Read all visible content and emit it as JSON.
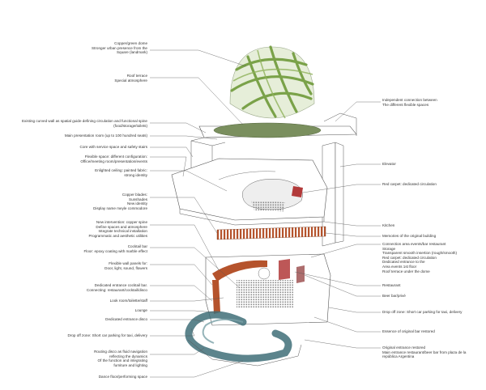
{
  "colors": {
    "dome_green": "#6f9a3a",
    "dome_fill": "#e6eed9",
    "copper": "#b5532c",
    "teal_spiral": "#3f6f78",
    "red_carpet": "#b23a3a",
    "line": "#555555",
    "oval": "#6f8a52"
  },
  "labels_left": [
    {
      "id": "dome",
      "lines": [
        "Copper/green dome",
        "Stronger urban presence from the",
        "Square (landmark)"
      ]
    },
    {
      "id": "roof-terrace",
      "lines": [
        "Roof terrace",
        "Special atmosphere"
      ]
    },
    {
      "id": "curved-wall",
      "lines": [
        "Existing curved wall as spatial guide defining circulation and functional spine",
        "(food/storage/toilets)"
      ]
    },
    {
      "id": "presentation-room",
      "lines": [
        "Main presentation room (up to 100 hundred seats)"
      ]
    },
    {
      "id": "core",
      "lines": [
        "Core with service space and safety stairs"
      ]
    },
    {
      "id": "flexible-space",
      "lines": [
        "Flexible space: different configuration:",
        "Office/meeting room/presentation/events"
      ]
    },
    {
      "id": "ceiling",
      "lines": [
        "Enlighted  ceiling:  painted  fabric:",
        "strong identity"
      ]
    },
    {
      "id": "copper-blades",
      "lines": [
        "Copper blades:",
        "Sunshades",
        "New identity",
        "Display name meyle commodore"
      ]
    },
    {
      "id": "new-intervention",
      "lines": [
        "New intervention: copper spine",
        "Define spaces and atmosphere",
        "Integrate technical installation",
        "Programmatic and aesthetic utilities"
      ]
    },
    {
      "id": "cocktail-bar",
      "lines": [
        "Cocktail bar",
        "Floor: epoxy coating with marble effect"
      ]
    },
    {
      "id": "wall-panels",
      "lines": [
        "Flexible wall panels for:",
        "Door, light, sound, flowers"
      ]
    },
    {
      "id": "entrance-cocktail",
      "lines": [
        "Dedicated entrance cocktail bar.",
        "Connecting: restaurant/cocktail/disco"
      ]
    },
    {
      "id": "look-room",
      "lines": [
        "Look room/toilette/staff"
      ]
    },
    {
      "id": "lounge",
      "lines": [
        "Lounge"
      ]
    },
    {
      "id": "entrance-disco",
      "lines": [
        "Dedicated entrance disco"
      ]
    },
    {
      "id": "drop-off-left",
      "lines": [
        "Drop off zone: Short car parking for taxi, delivery"
      ]
    },
    {
      "id": "routing-disco",
      "lines": [
        "Routing disco as fluid navigation",
        "reflecting the dynamics",
        "Of the function and integrating",
        "furniture and lighting"
      ]
    },
    {
      "id": "dance-floor",
      "lines": [
        "Dance floor/performing space"
      ]
    }
  ],
  "labels_right": [
    {
      "id": "independent-connection",
      "lines": [
        "Independent connection between",
        "The different flexible spaces"
      ]
    },
    {
      "id": "elevator",
      "lines": [
        "Elevator"
      ]
    },
    {
      "id": "red-carpet-top",
      "lines": [
        "Red carpet: dedicated circulation"
      ]
    },
    {
      "id": "kitchen",
      "lines": [
        "Kitchen"
      ]
    },
    {
      "id": "memories",
      "lines": [
        "Memories of the original building"
      ]
    },
    {
      "id": "connection-area",
      "lines": [
        "Connection area events/bar restaurant",
        "Storage",
        "Transparent smooth insertion (rough/smooth)",
        "Red carpet: dedicated circulation",
        "Dedicated entrance to the",
        "Area events 1st floor",
        "Roof terrace under the dome"
      ]
    },
    {
      "id": "restaurant",
      "lines": [
        "Restaurant"
      ]
    },
    {
      "id": "beer-bar",
      "lines": [
        "Beer bar/privé"
      ]
    },
    {
      "id": "drop-off-right",
      "lines": [
        "Drop off zone: Short car parking for taxi, delivery"
      ]
    },
    {
      "id": "essence",
      "lines": [
        "Essence of original bar restored"
      ]
    },
    {
      "id": "original-entrance",
      "lines": [
        "Original entrance restored",
        "Main entrance restaurant/beer bar from plaza de la",
        "república Argentina"
      ]
    }
  ]
}
